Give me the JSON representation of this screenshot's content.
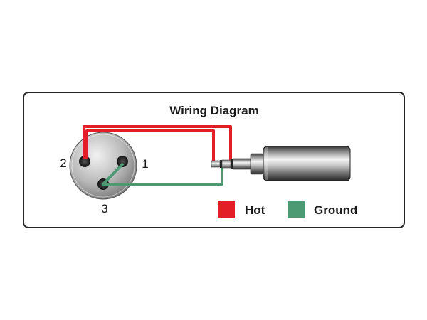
{
  "diagram": {
    "title": "Wiring Diagram",
    "connector_pins": {
      "pin_2": "2",
      "pin_1": "1",
      "pin_3": "3"
    },
    "legend": {
      "hot": {
        "label": "Hot",
        "color": "#e41e26"
      },
      "ground": {
        "label": "Ground",
        "color": "#4c9a74"
      }
    },
    "icons": {
      "xlr": "xlr-connector-icon",
      "jack": "trs-plug-icon"
    }
  }
}
